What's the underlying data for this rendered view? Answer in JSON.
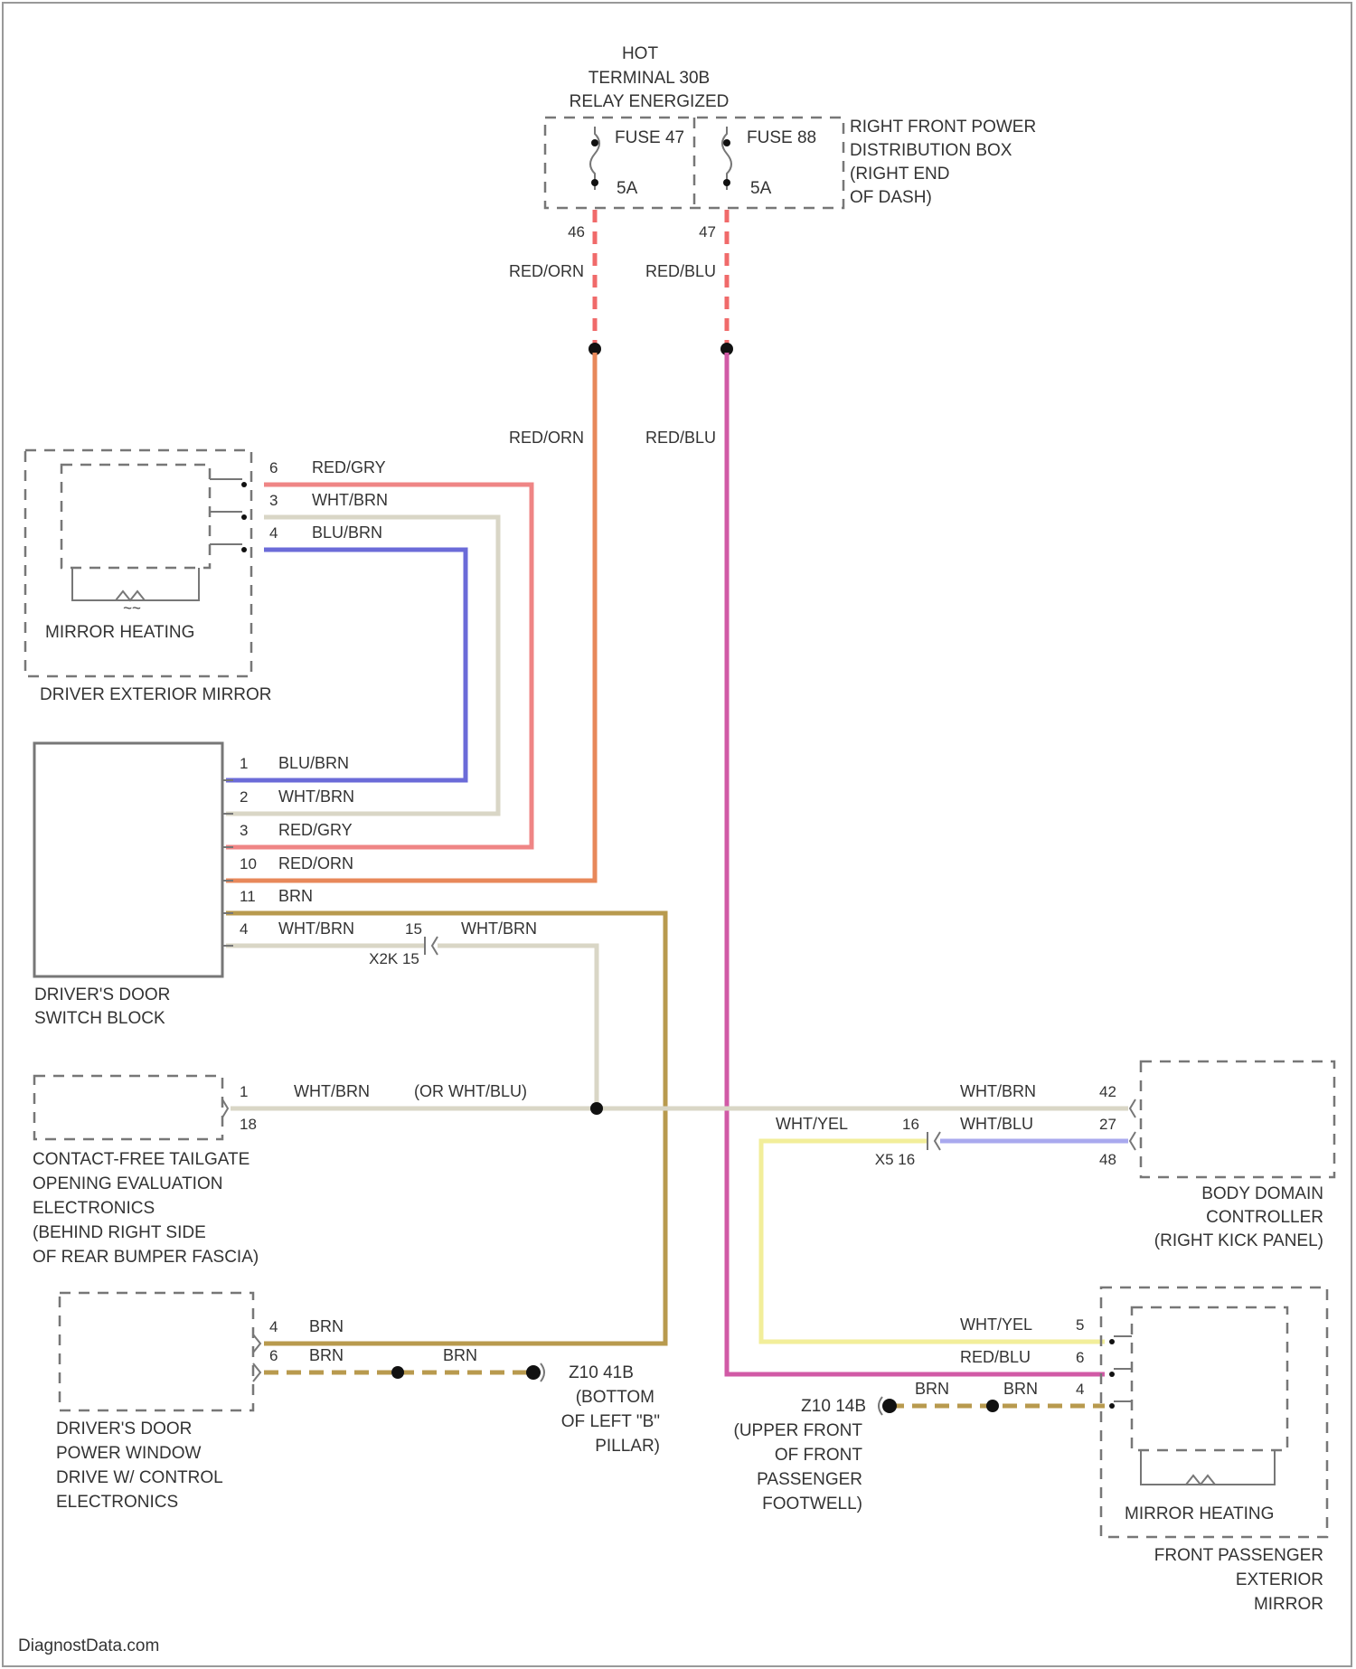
{
  "source": "hot_in_run.line1",
  "hot_in_run": {
    "line1": "HOT",
    "line2": "TERMINAL 30B",
    "line3": "RELAY ENERGIZED"
  },
  "fuses": {
    "fuse1": {
      "name": "FUSE 47",
      "rating": "5A",
      "pin": "46"
    },
    "fuse2": {
      "name": "FUSE 88",
      "rating": "5A",
      "pin": "47"
    }
  },
  "distribution_box": {
    "line1": "RIGHT FRONT POWER",
    "line2": "DISTRIBUTION BOX",
    "line3": "(RIGHT END",
    "line4": "OF DASH)"
  },
  "wires": {
    "red_orn": "RED/ORN",
    "red_blu": "RED/BLU",
    "red_gry": "RED/GRY",
    "wht_brn": "WHT/BRN",
    "blu_brn": "BLU/BRN",
    "brn": "BRN",
    "wht_yel": "WHT/YEL",
    "wht_blu": "WHT/BLU",
    "or_wht_blu": "(OR WHT/BLU)"
  },
  "driver_mirror": {
    "name": "DRIVER EXTERIOR MIRROR",
    "heating": "MIRROR HEATING",
    "pins": [
      "6",
      "3",
      "4"
    ]
  },
  "switch_block": {
    "name_line1": "DRIVER'S DOOR",
    "name_line2": "SWITCH BLOCK",
    "pins": [
      "1",
      "2",
      "3",
      "10",
      "11",
      "4"
    ]
  },
  "connectors": {
    "x2k": {
      "pin": "15",
      "name": "X2K 15"
    },
    "x5": {
      "pin": "16",
      "name": "X5 16"
    }
  },
  "tailgate": {
    "pin": "1",
    "pin_sub": "18",
    "line1": "CONTACT-FREE TAILGATE",
    "line2": "OPENING EVALUATION",
    "line3": "ELECTRONICS",
    "line4": "(BEHIND RIGHT SIDE",
    "line5": "OF REAR BUMPER FASCIA)"
  },
  "body_controller": {
    "pins": [
      "42",
      "27",
      "48"
    ],
    "line1": "BODY DOMAIN",
    "line2": "CONTROLLER",
    "line3": "(RIGHT KICK PANEL)"
  },
  "window_control": {
    "pins": [
      "4",
      "6"
    ],
    "line1": "DRIVER'S DOOR",
    "line2": "POWER WINDOW",
    "line3": "DRIVE W/ CONTROL",
    "line4": "ELECTRONICS"
  },
  "ground_left": {
    "line1": "Z10 41B",
    "line2": "(BOTTOM",
    "line3": "OF LEFT \"B\"",
    "line4": "PILLAR)"
  },
  "ground_right": {
    "line1": "Z10 14B",
    "line2": "(UPPER FRONT",
    "line3": "OF FRONT",
    "line4": "PASSENGER",
    "line5": "FOOTWELL)"
  },
  "passenger_mirror": {
    "pins": [
      "5",
      "6",
      "4"
    ],
    "heating": "MIRROR HEATING",
    "line1": "FRONT PASSENGER",
    "line2": "EXTERIOR",
    "line3": "MIRROR"
  },
  "watermark": "DiagnostData.com",
  "colors": {
    "red_orn": "#e8885a",
    "red_blu": "#d15aa6",
    "red_gry": "#ef8585",
    "wht_brn": "#d9d6c6",
    "blu_brn": "#6b6bd8",
    "brn": "#b89a4e",
    "wht_yel": "#f2ee9a",
    "wht_blu": "#a9a9ee",
    "fuse_feed": "#f06a6a"
  }
}
